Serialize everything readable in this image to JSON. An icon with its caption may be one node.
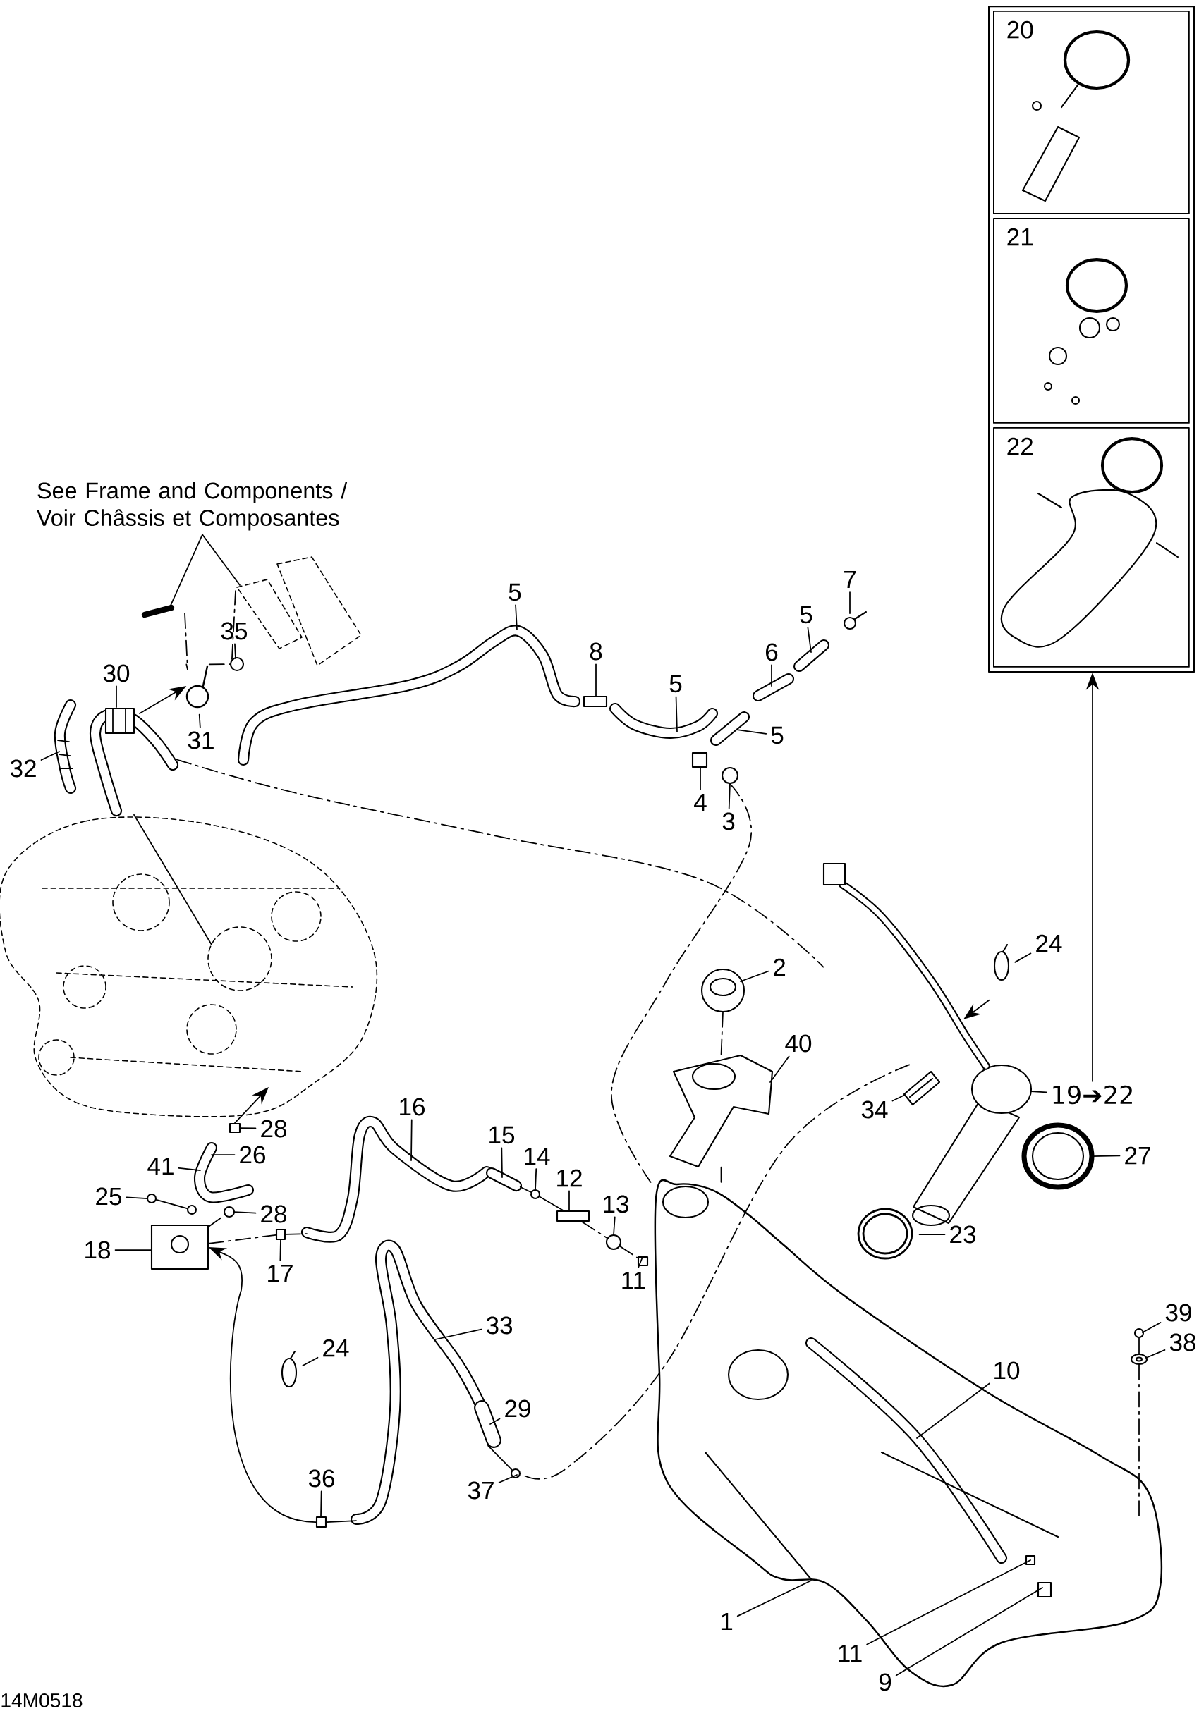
{
  "diagram": {
    "nodes": [
      {
        "text": [],
        "shape": "box"
      },
      {
        "text": [
          "20"
        ],
        "in": 0
      },
      {
        "text": [
          "21"
        ],
        "in": 0
      },
      {
        "text": [
          "22"
        ],
        "in": 0
      },
      {
        "text": [
          "See Frame and Components / Voir Châssis et Composantes"
        ]
      },
      {
        "text": [
          "5"
        ]
      },
      {
        "text": [
          "7"
        ]
      },
      {
        "text": [
          "5"
        ]
      },
      {
        "text": [
          "35"
        ]
      },
      {
        "text": [
          "8"
        ]
      },
      {
        "text": [
          "6"
        ]
      },
      {
        "text": [
          "30"
        ]
      },
      {
        "text": [
          "5"
        ]
      },
      {
        "text": [
          "31"
        ]
      },
      {
        "text": [
          "5"
        ]
      },
      {
        "text": [
          "32"
        ]
      },
      {
        "text": [
          "4"
        ]
      },
      {
        "text": [
          "3"
        ]
      },
      {
        "text": [
          "24"
        ]
      },
      {
        "text": [
          "2"
        ]
      },
      {
        "text": [
          "40"
        ]
      },
      {
        "text": [
          "19➔22"
        ]
      },
      {
        "text": [
          "34"
        ]
      },
      {
        "text": [
          "28"
        ]
      },
      {
        "text": [
          "16"
        ]
      },
      {
        "text": [
          "15"
        ]
      },
      {
        "text": [
          "26"
        ]
      },
      {
        "text": [
          "27"
        ]
      },
      {
        "text": [
          "14"
        ]
      },
      {
        "text": [
          "41"
        ]
      },
      {
        "text": [
          "12"
        ]
      },
      {
        "text": [
          "25"
        ]
      },
      {
        "text": [
          "13"
        ]
      },
      {
        "text": [
          "28"
        ]
      },
      {
        "text": [
          "23"
        ]
      },
      {
        "text": [
          "18"
        ]
      },
      {
        "text": [
          "17"
        ]
      },
      {
        "text": [
          "11"
        ]
      },
      {
        "text": [
          "39"
        ]
      },
      {
        "text": [
          "33"
        ]
      },
      {
        "text": [
          "38"
        ]
      },
      {
        "text": [
          "24"
        ]
      },
      {
        "text": [
          "10"
        ]
      },
      {
        "text": [
          "29"
        ]
      },
      {
        "text": [
          "36"
        ]
      },
      {
        "text": [
          "37"
        ]
      },
      {
        "text": [
          "1"
        ]
      },
      {
        "text": [
          "11"
        ]
      },
      {
        "text": [
          "9"
        ]
      },
      {
        "text": [],
        "shape": "picture"
      },
      {
        "text": [],
        "shape": "picture"
      },
      {
        "text": [],
        "shape": "circle"
      },
      {
        "text": [],
        "shape": "picture"
      },
      {
        "text": [],
        "shape": "picture"
      },
      {
        "text": [],
        "shape": "picture"
      },
      {
        "text": [],
        "shape": "picture"
      },
      {
        "text": [],
        "shape": "box"
      },
      {
        "text": [],
        "shape": "picture"
      },
      {
        "text": [],
        "shape": "picture"
      },
      {
        "text": [],
        "shape": "picture"
      },
      {
        "text": [],
        "shape": "picture"
      },
      {
        "text": [],
        "shape": "picture"
      },
      {
        "text": [],
        "shape": "box"
      },
      {
        "text": [],
        "shape": "circle"
      },
      {
        "text": [],
        "shape": "picture"
      },
      {
        "text": [],
        "shape": "picture"
      },
      {
        "text": [],
        "shape": "picture"
      },
      {
        "text": [],
        "shape": "picture"
      },
      {
        "text": [],
        "shape": "picture"
      },
      {
        "text": [],
        "shape": "picture"
      },
      {
        "text": [],
        "shape": "box"
      },
      {
        "text": [],
        "shape": "picture"
      },
      {
        "text": [],
        "shape": "picture"
      },
      {
        "text": [],
        "shape": "picture"
      },
      {
        "text": [],
        "shape": "circle"
      },
      {
        "text": [],
        "shape": "box"
      },
      {
        "text": [],
        "shape": "circle"
      },
      {
        "text": [],
        "shape": "circle"
      },
      {
        "text": [],
        "shape": "circle"
      },
      {
        "text": [],
        "shape": "circle"
      },
      {
        "text": [],
        "shape": "picture"
      },
      {
        "text": [],
        "shape": "picture"
      },
      {
        "text": [],
        "shape": "box"
      },
      {
        "text": [],
        "shape": "box"
      },
      {
        "text": [],
        "shape": "circle"
      },
      {
        "text": [],
        "shape": "picture"
      },
      {
        "text": [],
        "shape": "picture"
      },
      {
        "text": [],
        "shape": "picture"
      },
      {
        "text": [],
        "shape": "picture",
        "in": 91
      },
      {
        "text": [],
        "shape": "box"
      },
      {
        "text": [],
        "shape": "circle"
      },
      {
        "text": [],
        "shape": "picture"
      },
      {
        "text": [],
        "shape": "box",
        "in": 91
      },
      {
        "text": [],
        "shape": "box",
        "in": 91
      },
      {
        "text": [],
        "shape": "picture"
      },
      {
        "text": [],
        "shape": "picture"
      },
      {
        "text": [],
        "shape": "picture"
      }
    ],
    "edges": [
      {
        "from": 4,
        "to": 49,
        "arrow": "none"
      },
      {
        "from": 4,
        "to": 50,
        "arrow": "none"
      },
      {
        "from": 5,
        "to": 55,
        "arrow": "none"
      },
      {
        "from": 6,
        "to": 60,
        "arrow": "none"
      },
      {
        "from": 7,
        "to": 59,
        "arrow": "none"
      },
      {
        "from": 8,
        "to": 51,
        "arrow": "none"
      },
      {
        "from": 9,
        "to": 56,
        "arrow": "none"
      },
      {
        "from": 10,
        "to": 58,
        "arrow": "none"
      },
      {
        "from": 11,
        "to": 53,
        "arrow": "none"
      },
      {
        "from": 12,
        "to": 57,
        "arrow": "none"
      },
      {
        "from": 13,
        "to": 52,
        "arrow": "none"
      },
      {
        "from": 14,
        "to": 61,
        "arrow": "none"
      },
      {
        "from": 15,
        "to": 54,
        "arrow": "none"
      },
      {
        "from": 16,
        "to": 62,
        "arrow": "none"
      },
      {
        "from": 17,
        "to": 63,
        "arrow": "none"
      },
      {
        "from": 18,
        "to": 64,
        "arrow": "none"
      },
      {
        "from": 19,
        "to": 65,
        "arrow": "none"
      },
      {
        "from": 20,
        "to": 66,
        "arrow": "none"
      },
      {
        "from": 21,
        "to": 67,
        "arrow": "none"
      },
      {
        "from": 21,
        "to": 0,
        "arrow": "to"
      },
      {
        "from": 22,
        "to": 69,
        "arrow": "none"
      },
      {
        "from": 23,
        "to": 70,
        "arrow": "none"
      },
      {
        "from": 24,
        "to": 71,
        "arrow": "none"
      },
      {
        "from": 25,
        "to": 95,
        "arrow": "none"
      },
      {
        "from": 26,
        "to": 72,
        "arrow": "none"
      },
      {
        "from": 27,
        "to": 73,
        "arrow": "none"
      },
      {
        "from": 28,
        "to": 74,
        "arrow": "none"
      },
      {
        "from": 29,
        "to": 72,
        "arrow": "none"
      },
      {
        "from": 30,
        "to": 75,
        "arrow": "none"
      },
      {
        "from": 31,
        "to": 76,
        "arrow": "none"
      },
      {
        "from": 32,
        "to": 78,
        "arrow": "none"
      },
      {
        "from": 33,
        "to": 79,
        "arrow": "none"
      },
      {
        "from": 34,
        "to": 80,
        "arrow": "none"
      },
      {
        "from": 35,
        "to": 81,
        "arrow": "none"
      },
      {
        "from": 36,
        "to": 82,
        "arrow": "none"
      },
      {
        "from": 37,
        "to": 83,
        "arrow": "none"
      },
      {
        "from": 38,
        "to": 84,
        "arrow": "none"
      },
      {
        "from": 39,
        "to": 85,
        "arrow": "none"
      },
      {
        "from": 40,
        "to": 86,
        "arrow": "none"
      },
      {
        "from": 41,
        "to": 87,
        "arrow": "none"
      },
      {
        "from": 42,
        "to": 88,
        "arrow": "none"
      },
      {
        "from": 43,
        "to": 96,
        "arrow": "none"
      },
      {
        "from": 44,
        "to": 89,
        "arrow": "none"
      },
      {
        "from": 45,
        "to": 90,
        "arrow": "none"
      },
      {
        "from": 46,
        "to": 91,
        "arrow": "none"
      },
      {
        "from": 47,
        "to": 92,
        "arrow": "none"
      },
      {
        "from": 48,
        "to": 93,
        "arrow": "none"
      },
      {
        "from": 53,
        "to": 68,
        "arrow": "none",
        "style": "dashed"
      },
      {
        "from": 63,
        "to": 91,
        "arrow": "none",
        "style": "dashed"
      },
      {
        "from": 67,
        "to": 90,
        "arrow": "none",
        "style": "dashed"
      },
      {
        "from": 95,
        "to": 74,
        "arrow": "none"
      },
      {
        "from": 74,
        "to": 75,
        "arrow": "none"
      },
      {
        "from": 75,
        "to": 78,
        "arrow": "none",
        "style": "dashed"
      },
      {
        "from": 78,
        "to": 83,
        "arrow": "none",
        "style": "dashed"
      },
      {
        "from": 81,
        "to": 82,
        "arrow": "none",
        "style": "dashed"
      },
      {
        "from": 82,
        "to": 71,
        "arrow": "none",
        "style": "dashed"
      },
      {
        "from": 84,
        "to": 86,
        "arrow": "none"
      },
      {
        "from": 86,
        "to": 91,
        "arrow": "none",
        "style": "dashed"
      },
      {
        "from": 65,
        "to": 66,
        "arrow": "none",
        "style": "dashed"
      },
      {
        "from": 66,
        "to": 91,
        "arrow": "none",
        "style": "dashed"
      },
      {
        "from": 49,
        "to": 52,
        "arrow": "none",
        "style": "dashed"
      },
      {
        "from": 52,
        "to": 51,
        "arrow": "none",
        "style": "dashed"
      },
      {
        "from": 51,
        "to": 50,
        "arrow": "none",
        "style": "dashed"
      },
      {
        "from": 53,
        "to": 94,
        "arrow": "none"
      },
      {
        "from": 53,
        "to": 52,
        "arrow": "to"
      },
      {
        "from": 70,
        "to": 94,
        "arrow": "to"
      },
      {
        "from": 64,
        "to": 68,
        "arrow": "to"
      },
      {
        "from": 89,
        "to": 81,
        "arrow": "to"
      },
      {
        "from": 89,
        "to": 85,
        "arrow": "none"
      },
      {
        "from": 96,
        "to": 90,
        "arrow": "none"
      },
      {
        "from": 81,
        "to": 79,
        "arrow": "none",
        "style": "dashed"
      },
      {
        "from": 76,
        "to": 77,
        "arrow": "none"
      }
    ],
    "labels": [
      "14M0518"
    ]
  }
}
